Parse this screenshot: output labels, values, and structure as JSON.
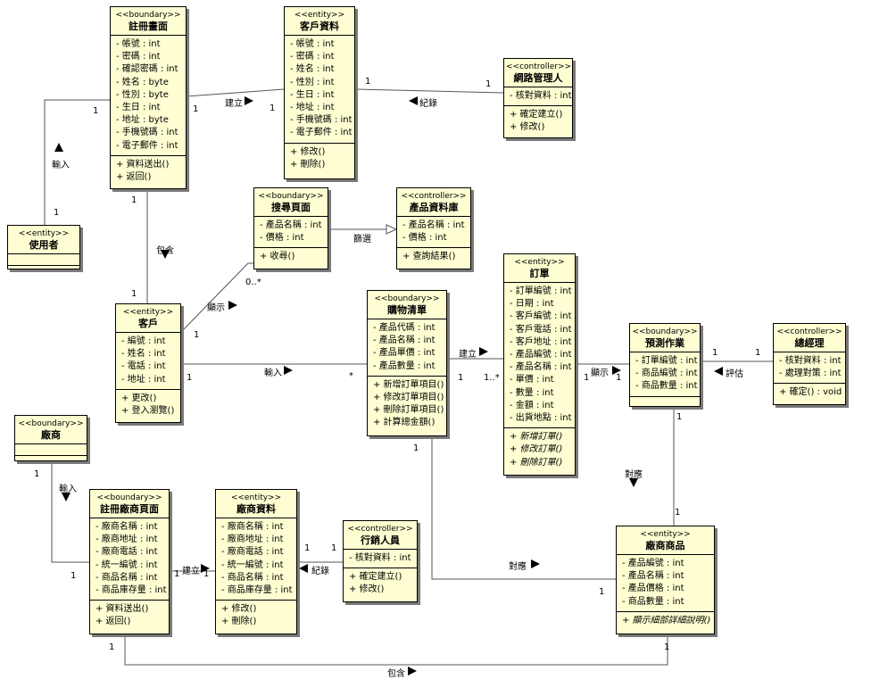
{
  "classes": [
    {
      "id": "reg",
      "stereotype": "<<boundary>>",
      "name": "註冊畫面",
      "attrs": [
        "- 帳號 : int",
        "- 密碼 : int",
        "- 確認密碼 : int",
        "- 姓名 : byte",
        "- 性別 : byte",
        "- 生日 : int",
        "- 地址 : byte",
        "- 手機號碼 : int",
        "- 電子郵件 : int"
      ],
      "ops": [
        "+ 資料送出()",
        "+ 返回()"
      ]
    },
    {
      "id": "custdata",
      "stereotype": "<<entity>>",
      "name": "客戶資料",
      "attrs": [
        "- 帳號 : int",
        "- 密碼 : int",
        "- 姓名 : int",
        "- 性別 : int",
        "- 生日 : int",
        "- 地址 : int",
        "- 手機號碼 : int",
        "- 電子郵件 : int"
      ],
      "ops": [
        "+ 修改()",
        "+ 刪除()"
      ]
    },
    {
      "id": "netmgr",
      "stereotype": "<<controller>>",
      "name": "網路管理人",
      "attrs": [
        "- 核對資料 : int"
      ],
      "ops": [
        "+ 確定建立()",
        "+ 修改()"
      ]
    },
    {
      "id": "user",
      "stereotype": "<<entity>>",
      "name": "使用者",
      "attrs": [],
      "ops": []
    },
    {
      "id": "search",
      "stereotype": "<<boundary>>",
      "name": "搜尋頁面",
      "attrs": [
        "- 產品名稱 : int",
        "- 價格 : int"
      ],
      "ops": [
        "+ 收尋()"
      ]
    },
    {
      "id": "proddb",
      "stereotype": "<<controller>>",
      "name": "產品資料庫",
      "attrs": [
        "- 產品名稱 : int",
        "- 價格 : int"
      ],
      "ops": [
        "+ 查詢結果()"
      ]
    },
    {
      "id": "cust",
      "stereotype": "<<entity>>",
      "name": "客戶",
      "attrs": [
        "- 編號 : int",
        "- 姓名 : int",
        "- 電話 : int",
        "- 地址 : int"
      ],
      "ops": [
        "+ 更改()",
        "+ 登入瀏覽()"
      ]
    },
    {
      "id": "cart",
      "stereotype": "<<boundary>>",
      "name": "購物清單",
      "attrs": [
        "- 產品代碼 : int",
        "- 產品名稱 : int",
        "- 產品單價 : int",
        "- 產品數量 : int"
      ],
      "ops": [
        "+ 新增訂單項目()",
        "+ 修改訂單項目()",
        "+ 刪除訂單項目()",
        "+ 計算總金額()"
      ]
    },
    {
      "id": "order",
      "stereotype": "<<entity>>",
      "name": "訂單",
      "attrs": [
        "- 訂單編號 : int",
        "- 日期 : int",
        "- 客戶編號 : int",
        "- 客戶電話 : int",
        "- 客戶地址 : int",
        "- 產品編號 : int",
        "- 產品名稱 : int",
        "- 單價 : int",
        "- 數量 : int",
        "- 金額 : int",
        "- 出貨地點 : int"
      ],
      "ops": [
        "+ 新增訂單()",
        "+ 修改訂單()",
        "+ 刪除訂單()"
      ],
      "ops_italic": true
    },
    {
      "id": "forecast",
      "stereotype": "<<boundary>>",
      "name": "預測作業",
      "attrs": [
        "- 訂單編號 : int",
        "- 商品編號 : int",
        "- 商品數量 : int"
      ],
      "ops": []
    },
    {
      "id": "gm",
      "stereotype": "<<controller>>",
      "name": "總經理",
      "attrs": [
        "- 核對資料 : int",
        "- 處理對策 : int"
      ],
      "ops": [
        "+ 確定() : void"
      ]
    },
    {
      "id": "vendor",
      "stereotype": "<<boundary>>",
      "name": "廠商",
      "attrs": [],
      "ops": []
    },
    {
      "id": "vreg",
      "stereotype": "<<boundary>>",
      "name": "註冊廠商頁面",
      "attrs": [
        "- 廠商名稱 : int",
        "- 廠商地址 : int",
        "- 廠商電話 : int",
        "- 統一編號 : int",
        "- 商品名稱 : int",
        "- 商品庫存量 : int"
      ],
      "ops": [
        "+ 資料送出()",
        "+ 返回()"
      ]
    },
    {
      "id": "vdata",
      "stereotype": "<<entity>>",
      "name": "廠商資料",
      "attrs": [
        "- 廠商名稱 : int",
        "- 廠商地址 : int",
        "- 廠商電話 : int",
        "- 統一編號 : int",
        "- 商品名稱 : int",
        "- 商品庫存量 : int"
      ],
      "ops": [
        "+ 修改()",
        "+ 刪除()"
      ]
    },
    {
      "id": "sales",
      "stereotype": "<<controller>>",
      "name": "行銷人員",
      "attrs": [
        "- 核對資料 : int"
      ],
      "ops": [
        "+ 確定建立()",
        "+ 修改()"
      ]
    },
    {
      "id": "vprod",
      "stereotype": "<<entity>>",
      "name": "廠商商品",
      "attrs": [
        "- 產品編號 : int",
        "- 產品名稱 : int",
        "- 產品價格 : int",
        "- 商品數量 : int"
      ],
      "ops": [
        "+ 顯示細部詳細說明()"
      ],
      "ops_italic": true
    }
  ],
  "association_labels": {
    "build1": "建立",
    "record1": "紀錄",
    "input1": "輸入",
    "contain1": "包含",
    "filter": "篩選",
    "display1": "顯示",
    "input2": "輸入",
    "build2": "建立",
    "display2": "顯示",
    "evaluate": "評估",
    "correspond1": "對應",
    "input3": "輸入",
    "build3": "建立",
    "record2": "紀錄",
    "correspond2": "對應",
    "contain2": "包含"
  },
  "multiplicities": {
    "m1": "1",
    "m2": "1",
    "m3": "1",
    "m4": "1",
    "m5": "1",
    "m6": "1",
    "m7": "1",
    "m8": "0..*",
    "m9": "1",
    "m10": "1",
    "m11": "*",
    "m12": "1",
    "m13": "1..*",
    "m14": "1",
    "m15": "1",
    "m16": "1",
    "m17": "1",
    "m18": "1",
    "m19": "1",
    "m20": "1",
    "m21": "1",
    "m22": "1",
    "m23": "1",
    "m24": "1",
    "m25": "1",
    "m26": "1",
    "m27": "1",
    "m28": "1",
    "m29": "1",
    "m30": "1"
  },
  "colors": {
    "class_fill": "#fefed2",
    "line": "#555555",
    "shadow": "#7a7a7a"
  }
}
